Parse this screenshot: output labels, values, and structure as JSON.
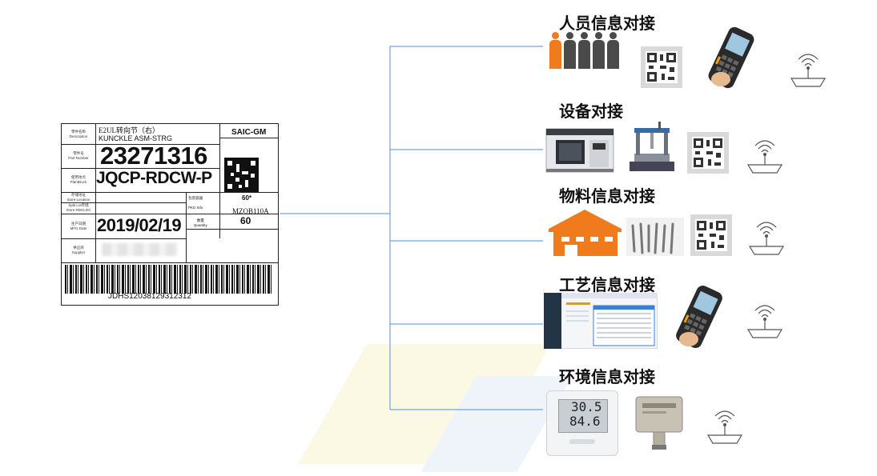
{
  "label": {
    "fields": [
      {
        "cn": "零件名称",
        "en": "Description"
      },
      {
        "cn": "零件号",
        "en": "Part Number"
      },
      {
        "cn": "使用地点",
        "en": "PlantDock"
      },
      {
        "cn": "存储地址",
        "en": "Store Location"
      },
      {
        "cn": "Split Lot存储",
        "en": "Store RDCLOC"
      },
      {
        "cn": "生产日期",
        "en": "MFG Date"
      },
      {
        "cn": "供应商",
        "en": "Supplier"
      }
    ],
    "description_cn": "E2UL转向节（右）",
    "description_en": "KUNCKLE ASM-STRG",
    "brand": "SAIC-GM",
    "part_number": "23271316",
    "plant_dock": "JQCP-RDCW-P",
    "pkg_label_cn": "包装容器",
    "pkg_label_en": "PKG Info",
    "pkg_code": "60*",
    "pkg_value": "MZOB110A",
    "qty_label_cn": "数量",
    "qty_label_en": "Quantity",
    "quantity": "60",
    "mfg_date": "2019/02/19",
    "barcode_text": "JDHS12038129312312"
  },
  "sections": [
    {
      "title": "人员信息对接",
      "icons": [
        "people-icon",
        "qr-code-icon",
        "handheld-scanner-icon",
        "wireless-antenna-icon"
      ]
    },
    {
      "title": "设备对接",
      "icons": [
        "cnc-machine-icon",
        "measuring-machine-icon",
        "qr-code-icon",
        "wireless-antenna-icon"
      ]
    },
    {
      "title": "物料信息对接",
      "icons": [
        "warehouse-icon",
        "tools-icon",
        "qr-code-icon",
        "wireless-antenna-icon"
      ]
    },
    {
      "title": "工艺信息对接",
      "icons": [
        "software-screen-icon",
        "handheld-scanner-icon",
        "wireless-antenna-icon"
      ]
    },
    {
      "title": "环境信息对接",
      "icons": [
        "thermo-hygrometer-icon",
        "sensor-box-icon",
        "wireless-antenna-icon"
      ]
    }
  ],
  "thermometer": {
    "temperature": "30.5",
    "humidity": "84.6"
  },
  "colors": {
    "connector": "#4f8fd8",
    "people_highlight": "#f07b1d",
    "people_default": "#4a4a4a",
    "warehouse": "#f07b1d"
  }
}
